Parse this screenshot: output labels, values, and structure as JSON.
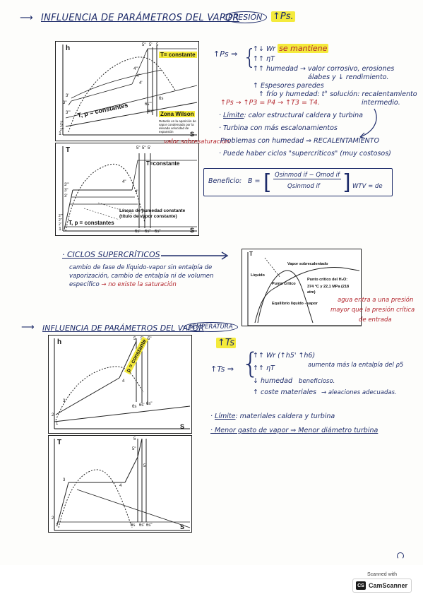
{
  "header1": {
    "title": "INFLUENCIA DE PARÁMETROS DEL VAPOR",
    "oval": "PRESIÓN",
    "tag": "↑Ps."
  },
  "fig_hs_pressure": {
    "axis_y": "h",
    "axis_x": "S",
    "point1": "1",
    "points_left": [
      "3'",
      "3\"",
      "3'\"",
      "2'",
      "2\"",
      "2'\""
    ],
    "points_top": [
      "5\"",
      "5'",
      "5"
    ],
    "points_mid": [
      "4'\"",
      "4\"",
      "4'"
    ],
    "points_bottom": [
      "6s'\"",
      "6s\"",
      "6s"
    ],
    "isotherm_label": "T= constante",
    "isobar_label": "T, p = constantes",
    "wilson_title": "Zona Wilson",
    "wilson_caption": "Retardo en la aparición de vapor condensado por la elevada velocidad de expansión"
  },
  "fig_ts_pressure": {
    "axis_y": "T",
    "axis_x": "S",
    "point1": "1",
    "points_left": [
      "3'\"",
      "3\"",
      "3'",
      "2'\"",
      "2\"",
      "2'"
    ],
    "points_top": [
      "5\"",
      "5\"",
      "5'"
    ],
    "points_mid": [
      "4\"",
      "4'"
    ],
    "points_bottom": [
      "6s'",
      "6s\"",
      "6s\""
    ],
    "isotherm_label": "T=constante",
    "humidity_label_1": "Líneas de humedad constante",
    "humidity_label_2": "(título de vapor constante)",
    "isobar_label": "T, p = constantes"
  },
  "notes_pressure": {
    "lead": "↑Ps ⇒",
    "item1_prefix": "↑↓ Wr",
    "item1_hl": "se mantiene",
    "item2": "↑↑ ηT",
    "item3": "↑↑ humedad → valor corrosivo, erosiones",
    "item3b": "álabes y ↓ rendimiento.",
    "item4": "↑ Espesores paredes",
    "item5": "↑ frío y humedad: t° solución: recalentamiento",
    "item5b": "intermedio.",
    "chain": "↑Ps → ↑P3 = P4 → ↑T3 = T4.",
    "limit_label": "Límite",
    "limit_text": ": calor estructural caldera y turbina",
    "turbine_line": "· Turbina con más escalonamientos",
    "wet_label": "valor sobresaturación:",
    "problems": "Problemas con humedad ⇒ RECALENTAMIENTO",
    "supercrit": "· Puede haber ciclos \"supercríticos\" (muy costosos)",
    "benefit_label": "Beneficio:",
    "benefit_B": "B =",
    "benefit_num": "Qsinmod if − Qmod if",
    "benefit_den": "Qsinmod if",
    "benefit_tail": "WTV = de"
  },
  "supercritical": {
    "title": "· CICLOS SUPERCRÍTICOS",
    "line1": "cambio de fase de líquido-vapor sin entalpía de",
    "line2": "vaporización, cambio de entalpía ni de volumen",
    "line3": "específico",
    "line3_red": "→ no existe la saturación",
    "fig_axis_y": "T",
    "fig_label_sobre": "Vapor sobrecalentado",
    "fig_label_liquido": "Líquido",
    "fig_label_critico": "Punto crítico",
    "fig_label_h2o_1": "Punto crítico del H₂O:",
    "fig_label_h2o_2": "374 °C y 22,1 MPa (218",
    "fig_label_h2o_3": "atm)",
    "fig_label_equil": "Equilibrio líquido - vapor",
    "note1": "agua entra a una presión",
    "note2": "mayor que la presión crítica",
    "note3": "de entrada"
  },
  "header2": {
    "title": "INFLUENCIA DE PARÁMETROS DEL VAPOR",
    "oval": "TEMPERATURA",
    "tag": "↑Ts"
  },
  "fig_hs_temp": {
    "axis_y": "h",
    "axis_x": "S",
    "points": [
      "1",
      "2",
      "3",
      "4"
    ],
    "points_top": [
      "5",
      "5'",
      "5\""
    ],
    "points_bottom": [
      "6s",
      "6s'",
      "6s\""
    ],
    "isobar_label": "p = constante"
  },
  "fig_ts_temp": {
    "axis_y": "T",
    "axis_x": "S",
    "points": [
      "1",
      "2",
      "3",
      "4"
    ],
    "points_top": [
      "5",
      "5\"",
      "5'"
    ],
    "points_bottom": [
      "6s",
      "6s'",
      "6s\""
    ]
  },
  "notes_temp": {
    "lead": "↑Ts ⇒",
    "item1": "↑↑ Wr   (↑h5' ↑h6)",
    "item1_note": "aumenta más la entalpía del ρ5",
    "item2": "↑↑ ηT",
    "item3": "↓ humedad",
    "item3_note": "beneficioso.",
    "item4": "↑ coste materiales",
    "item4_note": "→ aleaciones adecuadas.",
    "limit_label": "Límite",
    "limit_text": ": materiales caldera y turbina",
    "less": "· Menor gasto de vapor ⇒ Menor diámetro turbina"
  },
  "footer": {
    "scanned_with": "Scanned with",
    "brand": "CamScanner",
    "logo": "CS"
  }
}
